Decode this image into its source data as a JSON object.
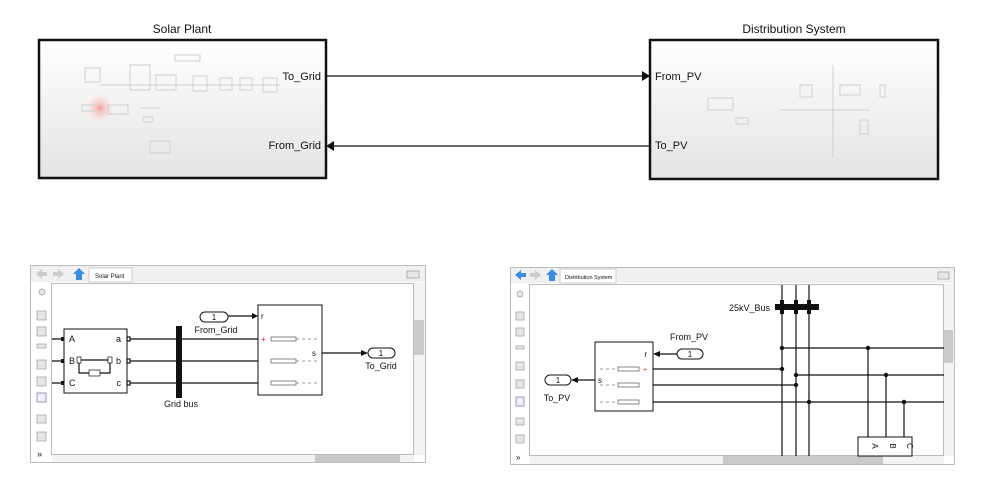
{
  "top": {
    "solar_plant": {
      "title": "Solar Plant",
      "out_port": "To_Grid",
      "in_port": "From_Grid"
    },
    "distribution": {
      "title": "Distribution System",
      "in_port": "From_PV",
      "out_port": "To_PV"
    }
  },
  "left_window": {
    "tab": "Solar Plant",
    "block_ports_left": [
      "A",
      "B",
      "C"
    ],
    "block_ports_right": [
      "a",
      "b",
      "c"
    ],
    "bus_label": "Grid bus",
    "inport": {
      "number": "1",
      "label": "From_Grid"
    },
    "outport": {
      "number": "1",
      "label": "To_Grid"
    },
    "r_label": "r",
    "s_label": "s"
  },
  "right_window": {
    "tab": "Distribution System",
    "bus_label": "25kV_Bus",
    "inport": {
      "number": "1",
      "label": "From_PV"
    },
    "outport": {
      "number": "1",
      "label": "To_PV"
    },
    "r_label": "r",
    "s_label": "s",
    "load_ports": [
      "A",
      "B",
      "C"
    ]
  },
  "colors": {
    "accent_arrow": "#2a7fd4",
    "port_plus": "#e02020"
  }
}
